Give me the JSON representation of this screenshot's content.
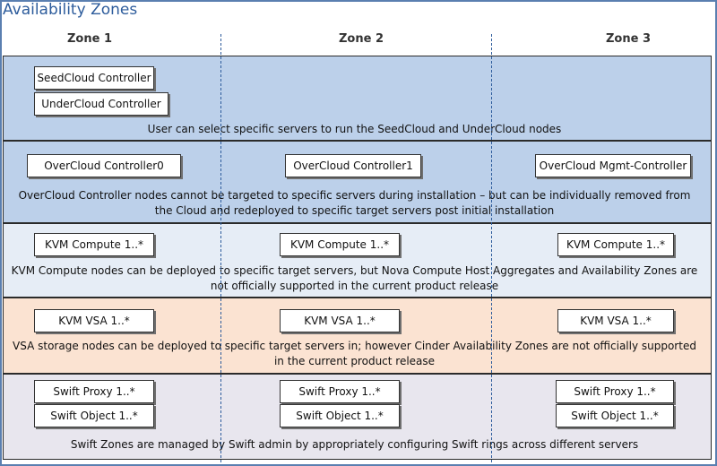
{
  "title": "Availability Zones",
  "zones": [
    "Zone 1",
    "Zone 2",
    "Zone 3"
  ],
  "bands": {
    "controllers": {
      "boxes": [
        "SeedCloud Controller",
        "UnderCloud Controller"
      ],
      "caption": "User can select specific servers to run the SeedCloud and UnderCloud nodes",
      "color": "#bcd0ea"
    },
    "overcloud": {
      "boxes": [
        "OverCloud Controller0",
        "OverCloud Controller1",
        "OverCloud Mgmt-Controller"
      ],
      "caption": "OverCloud Controller nodes cannot be targeted to specific servers during installation – but can be individually removed from the Cloud and redeployed to specific target servers post initial installation",
      "color": "#bcd0ea"
    },
    "kvm": {
      "boxes": [
        "KVM Compute 1..*",
        "KVM Compute 1..*",
        "KVM Compute 1..*"
      ],
      "caption": "KVM Compute nodes can be deployed to specific target servers, but Nova Compute Host Aggregates and Availability Zones are not officially supported in the current product release",
      "color": "#e6edf6"
    },
    "vsa": {
      "boxes": [
        "KVM VSA 1..*",
        "KVM VSA 1..*",
        "KVM VSA 1..*"
      ],
      "caption": "VSA storage nodes can be deployed to specific target servers in; however Cinder Availability Zones are not officially supported in the current product release",
      "color": "#fbe3d2"
    },
    "swift": {
      "proxy": [
        "Swift Proxy 1..*",
        "Swift Proxy 1..*",
        "Swift Proxy 1..*"
      ],
      "object": [
        "Swift Object 1..*",
        "Swift Object 1..*",
        "Swift Object 1..*"
      ],
      "caption": "Swift Zones are managed by Swift admin by appropriately configuring Swift rings across different servers",
      "color": "#e8e6ee"
    }
  }
}
